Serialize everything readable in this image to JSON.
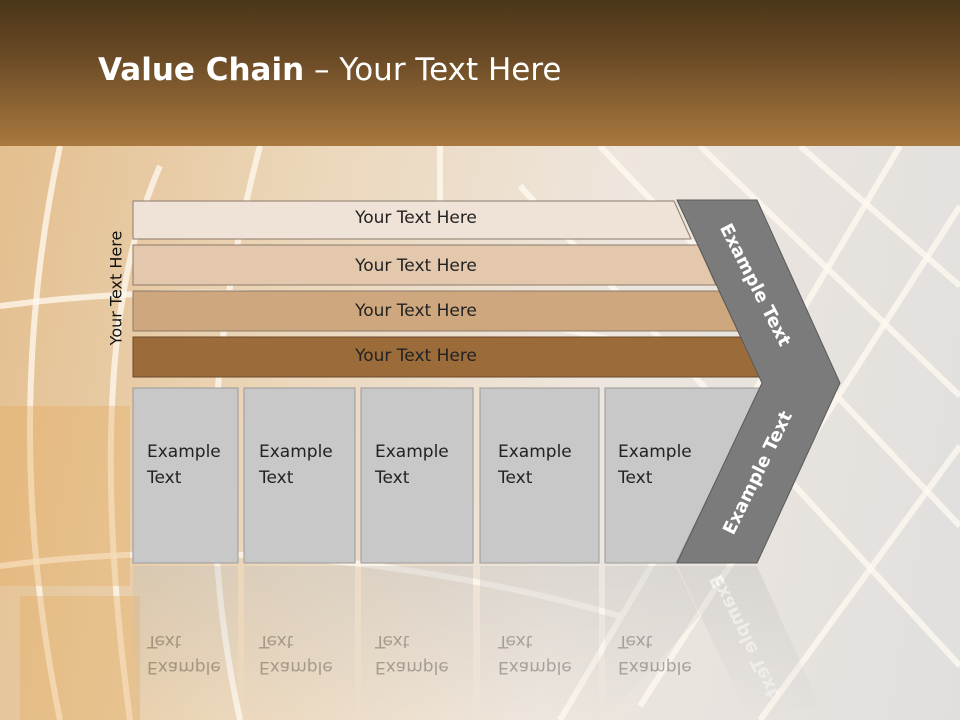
{
  "slide": {
    "title_bold": "Value Chain",
    "title_rest": " – Your Text Here",
    "side_label": "Your Text Here"
  },
  "rows": [
    {
      "label": "Your Text Here",
      "color": "#efe2d6"
    },
    {
      "label": "Your Text Here",
      "color": "#e3c8ad"
    },
    {
      "label": "Your Text Here",
      "color": "#cfa77e"
    },
    {
      "label": "Your Text Here",
      "color": "#9c6b3a"
    }
  ],
  "boxes": [
    {
      "line1": "Example",
      "line2": "Text"
    },
    {
      "line1": "Example",
      "line2": "Text"
    },
    {
      "line1": "Example",
      "line2": "Text"
    },
    {
      "line1": "Example",
      "line2": "Text"
    },
    {
      "line1": "Example",
      "line2": "Text"
    }
  ],
  "arrow": {
    "upper_label": "Example Text",
    "lower_label": "Example Text",
    "color": "#7b7b7b"
  },
  "colors": {
    "box_fill": "#c8c8c8",
    "header_dark": "#4a3519",
    "header_light": "#a9793f"
  }
}
